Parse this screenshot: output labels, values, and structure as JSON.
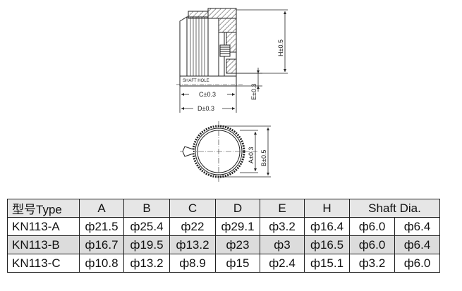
{
  "drawing": {
    "shaft_hole_label": "SHAFT HOLE",
    "dims": {
      "H": "H±0.5",
      "E": "E±0.3",
      "C": "C±0.3",
      "D": "D±0.3",
      "A": "A±0.3",
      "B": "B±0.5"
    }
  },
  "table": {
    "headers": {
      "type": "型号Type",
      "a": "A",
      "b": "B",
      "c": "C",
      "d": "D",
      "e": "E",
      "h": "H",
      "shaft": "Shaft Dia."
    },
    "rows": [
      {
        "model": "KN113-A",
        "a": "ф21.5",
        "b": "ф25.4",
        "c": "ф22",
        "d": "ф29.1",
        "e": "ф3.2",
        "h": "ф16.4",
        "s1": "ф6.0",
        "s2": "ф6.4"
      },
      {
        "model": "KN113-B",
        "a": "ф16.7",
        "b": "ф19.5",
        "c": "ф13.2",
        "d": "ф23",
        "e": "ф3",
        "h": "ф16.5",
        "s1": "ф6.0",
        "s2": "ф6.4"
      },
      {
        "model": "KN113-C",
        "a": "ф10.8",
        "b": "ф13.2",
        "c": "ф8.9",
        "d": "ф15",
        "e": "ф2.4",
        "h": "ф15.1",
        "s1": "ф3.2",
        "s2": "ф6.0"
      }
    ]
  }
}
